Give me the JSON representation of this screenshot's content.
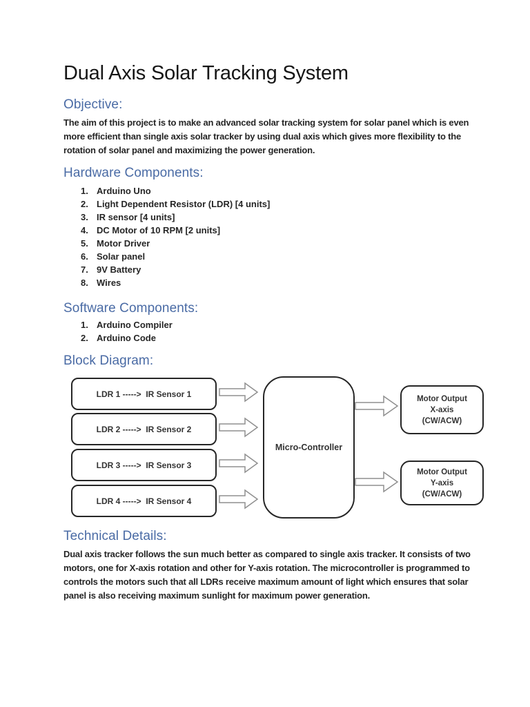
{
  "doc": {
    "title": "Dual Axis Solar Tracking System",
    "objective": {
      "heading": "Objective:",
      "body": "The aim of this project is to make an advanced solar tracking system for solar panel which is even more efficient than single axis solar tracker by using dual axis which gives more flexibility to the rotation of solar panel and maximizing the power generation."
    },
    "hardware": {
      "heading": "Hardware Components:",
      "items": [
        {
          "num": "1.",
          "label": "Arduino Uno"
        },
        {
          "num": "2.",
          "label": "Light Dependent Resistor (LDR) [4 units]"
        },
        {
          "num": "3.",
          "label": "IR sensor [4 units]"
        },
        {
          "num": "4.",
          "label": "DC Motor of 10 RPM [2 units]"
        },
        {
          "num": "5.",
          "label": "Motor Driver"
        },
        {
          "num": "6.",
          "label": "Solar panel"
        },
        {
          "num": "7.",
          "label": "9V Battery"
        },
        {
          "num": "8.",
          "label": "Wires"
        }
      ]
    },
    "software": {
      "heading": "Software Components:",
      "items": [
        {
          "num": "1.",
          "label": "Arduino Compiler"
        },
        {
          "num": "2.",
          "label": "Arduino Code"
        }
      ]
    },
    "diagram": {
      "heading": "Block Diagram:",
      "inputs": [
        "LDR 1 ----->  IR Sensor 1",
        "LDR 2 ----->  IR Sensor 2",
        "LDR 3 ----->  IR Sensor 3",
        "LDR 4 ----->  IR Sensor 4"
      ],
      "controller": "Micro-Controller",
      "outputs": [
        {
          "l1": "Motor Output",
          "l2": "X-axis",
          "l3": "(CW/ACW)"
        },
        {
          "l1": "Motor Output",
          "l2": "Y-axis",
          "l3": "(CW/ACW)"
        }
      ]
    },
    "technical": {
      "heading": "Technical Details:",
      "body": "Dual axis tracker follows the sun much better as compared to single axis tracker. It consists of two motors, one for X-axis rotation and other for Y-axis rotation. The microcontroller is programmed to controls the motors such that all LDRs receive maximum amount of light which ensures that solar panel is also receiving maximum sunlight for maximum power generation."
    },
    "colors": {
      "heading_accent": "#4a6ba5",
      "body_text": "#262626",
      "diagram_border": "#262626",
      "arrow_outline": "#8f8f8f"
    }
  }
}
